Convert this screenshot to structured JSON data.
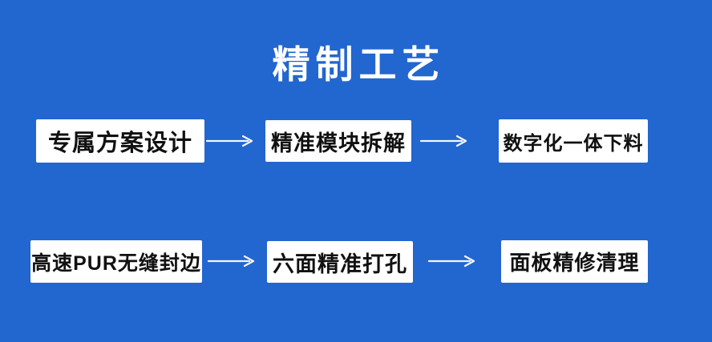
{
  "page": {
    "title": "精制工艺",
    "background_color": "#2266d0",
    "box_color": "#ffffff",
    "box_text_color": "#111111",
    "arrow_color": "#f2f6fd"
  },
  "flow": {
    "rows": [
      {
        "steps": [
          {
            "label": "专属方案设计"
          },
          {
            "label": "精准模块拆解"
          },
          {
            "label": "数字化一体下料"
          }
        ]
      },
      {
        "steps": [
          {
            "label": "高速PUR无缝封边"
          },
          {
            "label": "六面精准打孔"
          },
          {
            "label": "面板精修清理"
          }
        ]
      }
    ]
  }
}
